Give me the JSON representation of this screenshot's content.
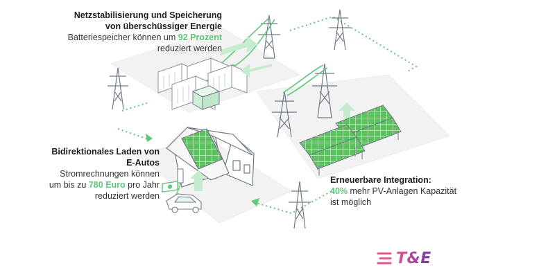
{
  "colors": {
    "accent_green": "#5ec77a",
    "panel_green": "#5cc25f",
    "line_gray": "#707a86",
    "platform_gray": "#f2f2f2",
    "brand_pink": "#e2568e",
    "brand_purple": "#6c3aa6"
  },
  "callouts": {
    "storage": {
      "title_line1": "Netzstabilisierung und Speicherung",
      "title_line2": "von überschüssiger Energie",
      "text_before": "Batteriespeicher können um",
      "highlight": "92 Prozent",
      "text_after": "reduziert werden"
    },
    "ev": {
      "title_line1": "Bidirektionales Laden von",
      "title_line2": "E-Autos",
      "text_before": "Stromrechnungen können um bis zu",
      "highlight": "780 Euro",
      "text_after": "pro Jahr reduziert werden"
    },
    "renewables": {
      "title": "Erneuerbare Integration:",
      "highlight": "40%",
      "text_after": "mehr PV-Anlagen Kapazität ist möglich"
    }
  },
  "brand": {
    "logo_text": "T&E",
    "icon": "three-lines-logo-icon"
  },
  "icons": {
    "tower": "pylon-icon",
    "battery": "battery-storage-icon",
    "house": "house-icon",
    "car": "car-icon",
    "charger": "ev-charger-icon",
    "money": "money-bill-icon",
    "solar": "solar-panel-icon",
    "arrow": "flow-arrow-icon"
  }
}
